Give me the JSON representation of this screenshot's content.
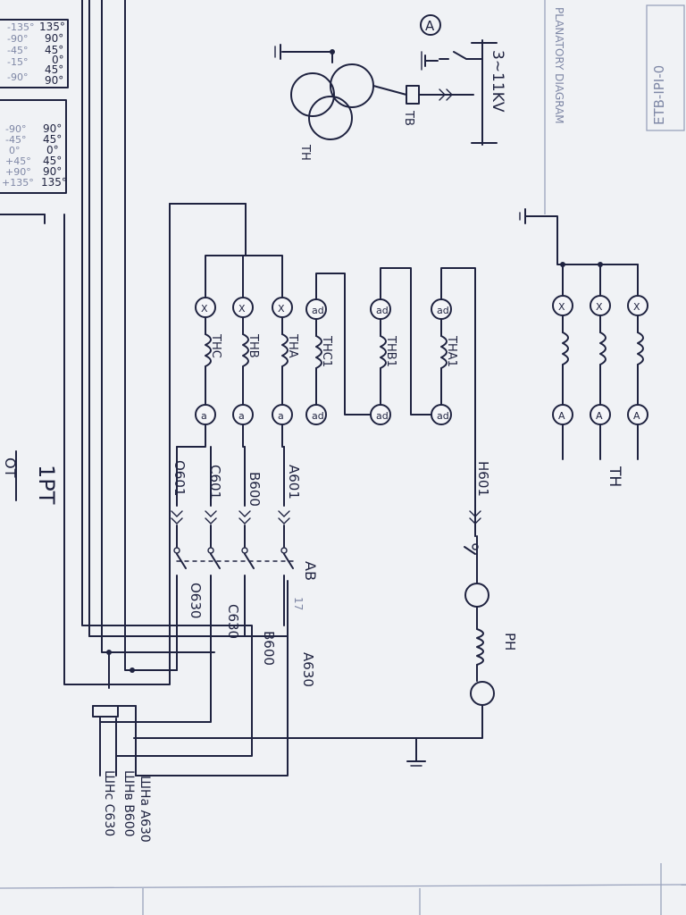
{
  "colors": {
    "paper": "#f0f2f5",
    "ink": "#1f2340",
    "faint_ink": "#8f98b5"
  },
  "header": {
    "drawing_code": "ETB-IPI-0",
    "heading_faint": "PLANATORY DIAGRAM",
    "section_label": "A",
    "title_fragment": "1PT",
    "title_fragment_small": "OT"
  },
  "source": {
    "voltage_label": "3~11KV",
    "fuse_label": "TB",
    "vt_symbol_label": "TH"
  },
  "angle_table": {
    "top_block": {
      "faint_lines": [
        "-135°",
        "-90°",
        "-45°",
        "-15°",
        "-90°"
      ],
      "ink_lines": [
        "135°",
        "90°",
        "45°",
        "0°",
        "45°",
        "90°"
      ]
    },
    "bottom_block": {
      "faint_lines": [
        "-90°",
        "-45°",
        "0°",
        "+45°",
        "+90°",
        "+135°"
      ],
      "ink_lines": [
        "90°",
        "45°",
        "0°",
        "45°",
        "90°",
        "135°"
      ]
    }
  },
  "windings": {
    "star_group": [
      {
        "id": "THC",
        "top": "X",
        "bottom": "a"
      },
      {
        "id": "THB",
        "top": "X",
        "bottom": "a"
      },
      {
        "id": "THA",
        "top": "X",
        "bottom": "a"
      }
    ],
    "delta_group": [
      {
        "id": "THC1",
        "top": "ad",
        "bottom": "ad"
      },
      {
        "id": "THB1",
        "top": "ad",
        "bottom": "ad"
      },
      {
        "id": "THA1",
        "top": "ad",
        "bottom": "ad"
      }
    ],
    "right_group_label": "TH",
    "right_group": [
      {
        "top": "X",
        "bottom": "A"
      },
      {
        "top": "X",
        "bottom": "A"
      },
      {
        "top": "X",
        "bottom": "A"
      }
    ]
  },
  "fuse_labels": [
    "O601",
    "C601",
    "B600",
    "A601",
    "H601"
  ],
  "breaker": {
    "label": "AB",
    "number": "17"
  },
  "bus_labels": [
    "O630",
    "C630",
    "B600",
    "A630"
  ],
  "relay_label": "PH",
  "bus_bars": [
    "ШНа A630",
    "ШНв B600",
    "ШНс C630"
  ]
}
